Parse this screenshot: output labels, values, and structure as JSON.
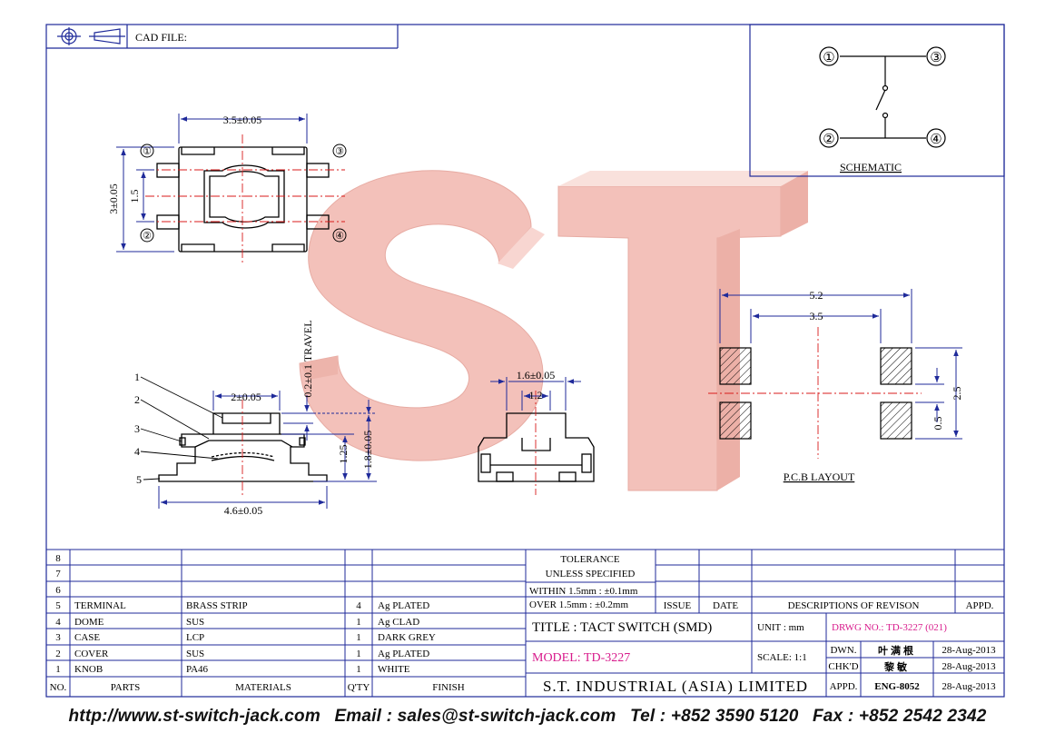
{
  "header": {
    "cad_file_label": "CAD FILE:"
  },
  "schematic": {
    "label": "SCHEMATIC",
    "pins": [
      "①",
      "②",
      "③",
      "④"
    ]
  },
  "top_view": {
    "width_dim": "3.5±0.05",
    "height_dim": "3±0.05",
    "pitch_dim": "1.5",
    "pins": [
      "①",
      "②",
      "③",
      "④"
    ]
  },
  "side_view": {
    "top_dim": "2±0.05",
    "bottom_dim": "4.6±0.05",
    "travel_dim": "0.2±0.1  TRAVEL",
    "h1_dim": "1.25",
    "h2_dim": "1.8±0.05",
    "callouts": [
      "1",
      "2",
      "3",
      "4",
      "5"
    ]
  },
  "end_view": {
    "outer_dim": "1.6±0.05",
    "inner_dim": "1.2"
  },
  "pcb_layout": {
    "label": "P.C.B  LAYOUT",
    "width_outer": "5.2",
    "width_inner": "3.5",
    "height_outer": "2.5",
    "pad_height": "0.5"
  },
  "watermark": {
    "text": "ST",
    "color": "#f2b7ae"
  },
  "title_block": {
    "parts_rows": [
      {
        "no": "8",
        "part": "",
        "material": "",
        "qty": "",
        "finish": ""
      },
      {
        "no": "7",
        "part": "",
        "material": "",
        "qty": "",
        "finish": ""
      },
      {
        "no": "6",
        "part": "",
        "material": "",
        "qty": "",
        "finish": ""
      },
      {
        "no": "5",
        "part": "TERMINAL",
        "material": "BRASS STRIP",
        "qty": "4",
        "finish": "Ag PLATED"
      },
      {
        "no": "4",
        "part": "DOME",
        "material": "SUS",
        "qty": "1",
        "finish": "Ag CLAD"
      },
      {
        "no": "3",
        "part": "CASE",
        "material": "LCP",
        "qty": "1",
        "finish": "DARK GREY"
      },
      {
        "no": "2",
        "part": "COVER",
        "material": "SUS",
        "qty": "1",
        "finish": "Ag PLATED"
      },
      {
        "no": "1",
        "part": "KNOB",
        "material": "PA46",
        "qty": "1",
        "finish": "WHITE"
      }
    ],
    "headers": {
      "no": "NO.",
      "parts": "PARTS",
      "materials": "MATERIALS",
      "qty": "Q'TY",
      "finish": "FINISH"
    },
    "tolerance_line1": "TOLERANCE",
    "tolerance_line2": "UNLESS   SPECIFIED",
    "tolerance_within": "WITHIN  1.5mm : ±0.1mm",
    "tolerance_over": "OVER    1.5mm : ±0.2mm",
    "issue": "ISSUE",
    "date": "DATE",
    "revision": "DESCRIPTIONS  OF  REVISON",
    "appd": "APPD.",
    "title": "TITLE : TACT SWITCH (SMD)",
    "unit": "UNIT :   mm",
    "drwg_no": "DRWG NO.: TD-3227 (021)",
    "model": "MODEL: TD-3227",
    "scale": "SCALE:   1:1",
    "company": "S.T.  INDUSTRIAL  (ASIA)  LIMITED",
    "dwn": "DWN.",
    "chkd": "CHK'D",
    "appd2": "APPD.",
    "dwn_name": "叶满根",
    "chkd_name": "黎敏",
    "appd_name": "ENG-8052",
    "dwn_date": "28-Aug-2013",
    "chkd_date": "28-Aug-2013",
    "appd_date": "28-Aug-2013"
  },
  "footer": {
    "url": "http://www.st-switch-jack.com",
    "email": "Email : sales@st-switch-jack.com",
    "tel": "Tel : +852 3590 5120",
    "fax": "Fax : +852 2542 2342"
  }
}
